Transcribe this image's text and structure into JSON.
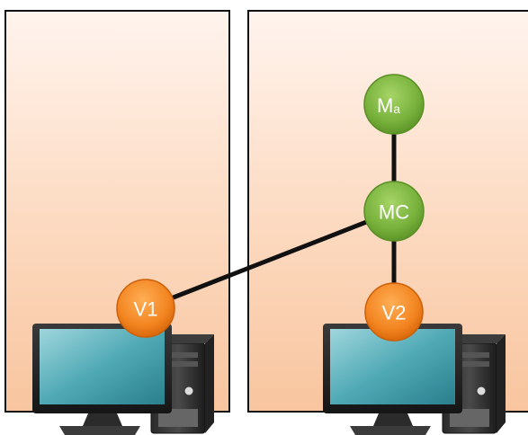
{
  "nodes": {
    "ma": {
      "label_main": "M",
      "label_sub": "a",
      "color": "#7ab23c"
    },
    "mc": {
      "label": "MC",
      "color": "#7ab23c"
    },
    "v1": {
      "label": "V1",
      "color": "#f07f18"
    },
    "v2": {
      "label": "V2",
      "color": "#f07f18"
    }
  },
  "edges": [
    {
      "from": "ma",
      "to": "mc"
    },
    {
      "from": "mc",
      "to": "v2"
    },
    {
      "from": "mc",
      "to": "v1"
    }
  ],
  "computers": [
    {
      "name": "left-computer",
      "icon": "desktop-computer-icon"
    },
    {
      "name": "right-computer",
      "icon": "desktop-computer-icon"
    }
  ]
}
